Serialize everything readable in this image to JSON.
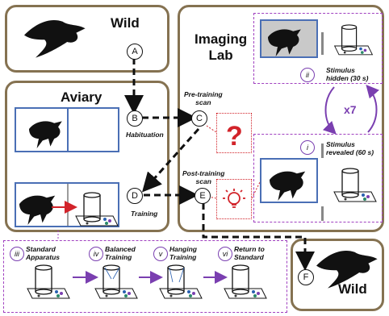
{
  "wild_top": {
    "title": "Wild"
  },
  "wild_bottom": {
    "title": "Wild"
  },
  "aviary": {
    "title": "Aviary",
    "habituation_label": "Habituation",
    "training_label": "Training"
  },
  "imaging_lab": {
    "title": "Imaging\nLab"
  },
  "scans": {
    "pre": "Pre-training\nscan",
    "post": "Post-training\nscan"
  },
  "stimulus": {
    "hidden": "Stimulus\nhidden (30 s)",
    "revealed": "Stimulus\nrevealed (60 s)",
    "repeat": "x7"
  },
  "nodes": [
    "A",
    "B",
    "C",
    "D",
    "E",
    "F"
  ],
  "roman_nodes": [
    "i",
    "ii",
    "iii",
    "iv",
    "v",
    "vi"
  ],
  "training_steps": [
    {
      "numeral": "iii",
      "label": "Standard\nApparatus"
    },
    {
      "numeral": "iv",
      "label": "Balanced\nTraining"
    },
    {
      "numeral": "v",
      "label": "Hanging\nTraining"
    },
    {
      "numeral": "vi",
      "label": "Return to\nStandard"
    }
  ],
  "question_mark": "?",
  "colors": {
    "panel_border": "#857251",
    "box_blue": "#4a6fb5",
    "purple": "#7a3fb0",
    "red": "#d2232a"
  },
  "icons": [
    "crow-icon",
    "lightbulb-icon",
    "question-icon",
    "apparatus-icon"
  ]
}
